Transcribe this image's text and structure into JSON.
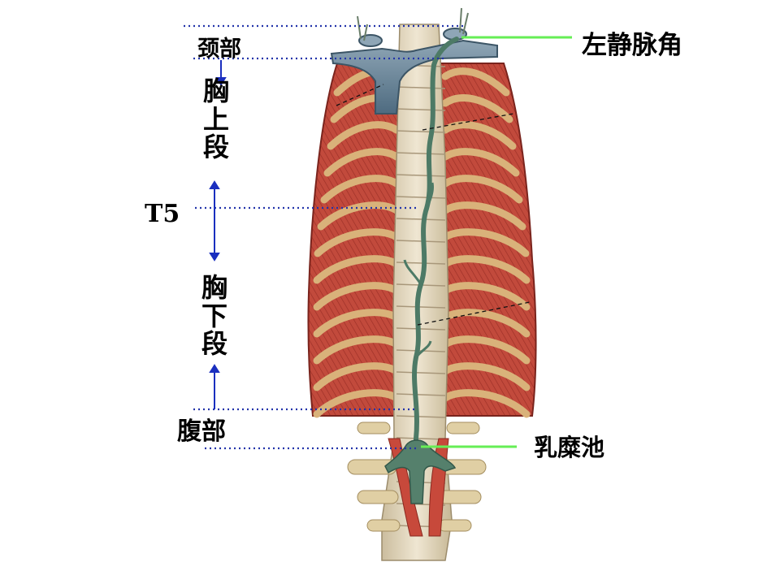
{
  "labels": {
    "neck": "颈部",
    "upper_thoracic": [
      "胸",
      "上",
      "段"
    ],
    "t5": "T5",
    "lower_thoracic": [
      "胸",
      "下",
      "段"
    ],
    "abdominal": "腹部",
    "left_venous_angle": "左静脉角",
    "cisterna_chyli": "乳糜池"
  },
  "colors": {
    "muscle": "#c0473a",
    "muscle_dark": "#8e2a22",
    "rib": "#d9b27a",
    "spine": "#e8dcc4",
    "vein": "#6f8b9e",
    "duct": "#4d7a66",
    "guide_dotted": "#2233aa",
    "arrow": "#1a2fbf",
    "pointer": "#66ee55"
  }
}
